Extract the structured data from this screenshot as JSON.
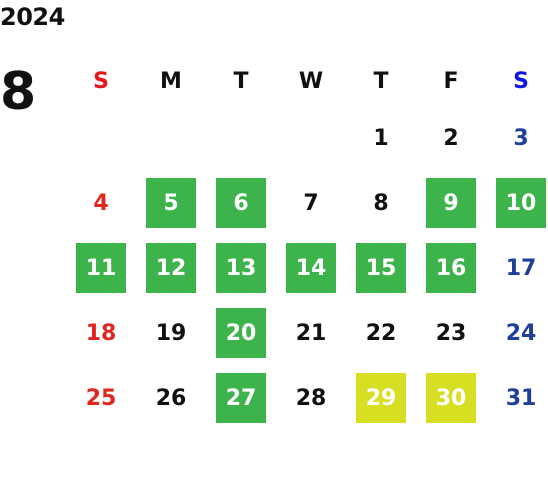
{
  "calendar": {
    "year": "2024",
    "month": "8",
    "weekdays": [
      {
        "label": "S",
        "color": "#e8141c"
      },
      {
        "label": "M",
        "color": "#111111"
      },
      {
        "label": "T",
        "color": "#111111"
      },
      {
        "label": "W",
        "color": "#111111"
      },
      {
        "label": "T",
        "color": "#111111"
      },
      {
        "label": "F",
        "color": "#111111"
      },
      {
        "label": "S",
        "color": "#1016e6"
      }
    ],
    "legend_colors": {
      "green": "#3cb44b",
      "yellow": "#d6df22"
    },
    "weeks": [
      [
        null,
        null,
        null,
        null,
        {
          "day": "1",
          "tone": "normal",
          "bg": null
        },
        {
          "day": "2",
          "tone": "normal",
          "bg": null
        },
        {
          "day": "3",
          "tone": "sat",
          "bg": null
        }
      ],
      [
        {
          "day": "4",
          "tone": "sun",
          "bg": null
        },
        {
          "day": "5",
          "tone": "normal",
          "bg": "green"
        },
        {
          "day": "6",
          "tone": "normal",
          "bg": "green"
        },
        {
          "day": "7",
          "tone": "normal",
          "bg": null
        },
        {
          "day": "8",
          "tone": "normal",
          "bg": null
        },
        {
          "day": "9",
          "tone": "normal",
          "bg": "green"
        },
        {
          "day": "10",
          "tone": "sat",
          "bg": "green"
        }
      ],
      [
        {
          "day": "11",
          "tone": "sun",
          "bg": "green"
        },
        {
          "day": "12",
          "tone": "normal",
          "bg": "green"
        },
        {
          "day": "13",
          "tone": "normal",
          "bg": "green"
        },
        {
          "day": "14",
          "tone": "normal",
          "bg": "green"
        },
        {
          "day": "15",
          "tone": "normal",
          "bg": "green"
        },
        {
          "day": "16",
          "tone": "normal",
          "bg": "green"
        },
        {
          "day": "17",
          "tone": "sat",
          "bg": null
        }
      ],
      [
        {
          "day": "18",
          "tone": "sun",
          "bg": null
        },
        {
          "day": "19",
          "tone": "normal",
          "bg": null
        },
        {
          "day": "20",
          "tone": "normal",
          "bg": "green"
        },
        {
          "day": "21",
          "tone": "normal",
          "bg": null
        },
        {
          "day": "22",
          "tone": "normal",
          "bg": null
        },
        {
          "day": "23",
          "tone": "normal",
          "bg": null
        },
        {
          "day": "24",
          "tone": "sat",
          "bg": null
        }
      ],
      [
        {
          "day": "25",
          "tone": "sun",
          "bg": null
        },
        {
          "day": "26",
          "tone": "normal",
          "bg": null
        },
        {
          "day": "27",
          "tone": "normal",
          "bg": "green"
        },
        {
          "day": "28",
          "tone": "normal",
          "bg": null
        },
        {
          "day": "29",
          "tone": "normal",
          "bg": "yellow"
        },
        {
          "day": "30",
          "tone": "normal",
          "bg": "yellow"
        },
        {
          "day": "31",
          "tone": "sat",
          "bg": null
        }
      ]
    ]
  }
}
